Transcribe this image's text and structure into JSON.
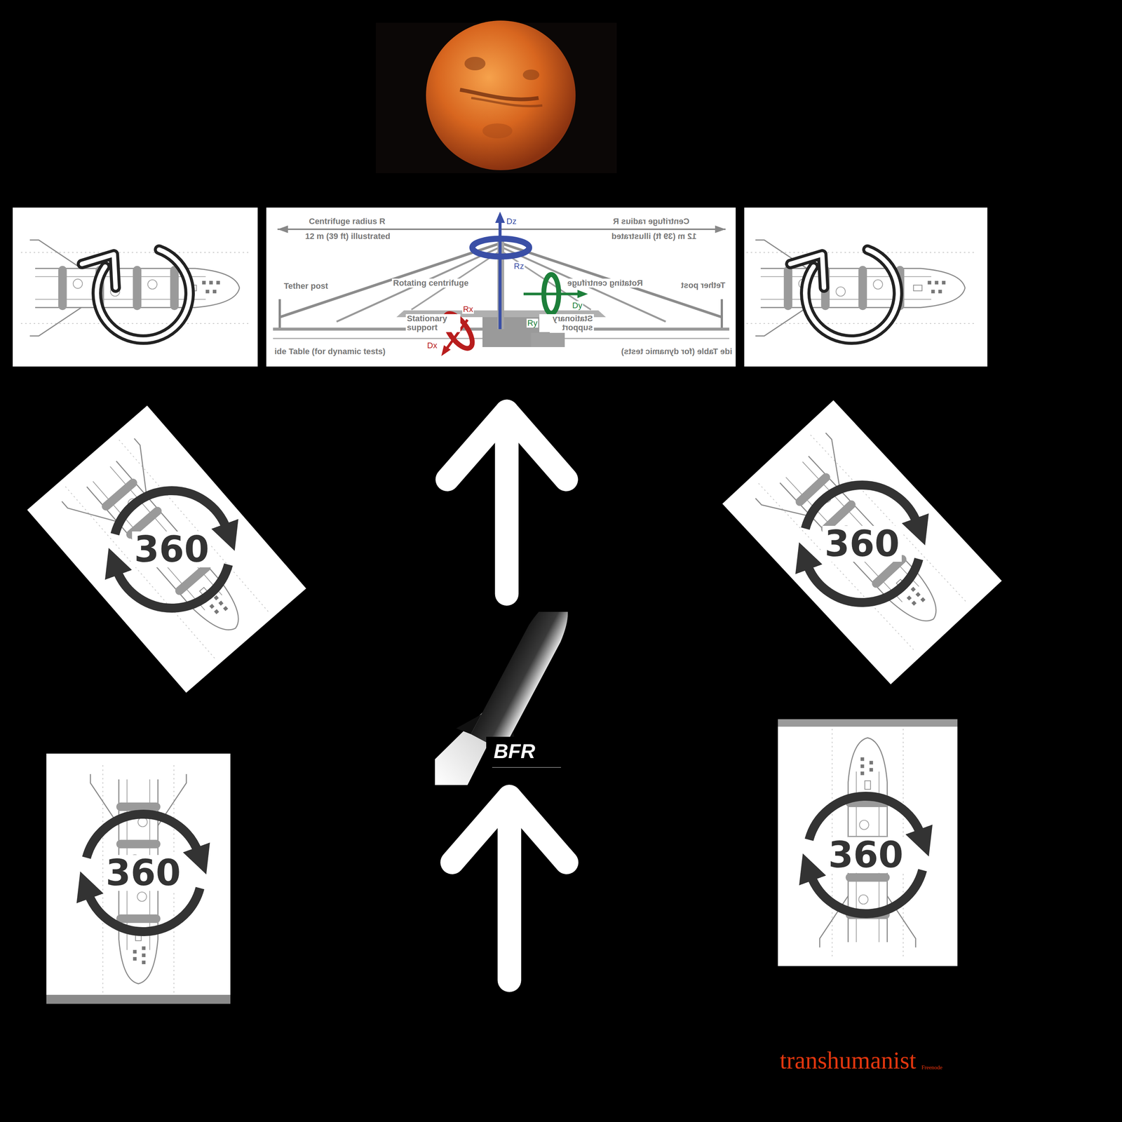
{
  "diagram": {
    "nodes": [
      {
        "text": [
          "Centrifuge radius R",
          "12 m (39 ft) illustrated",
          "Tether post",
          "Rotating centrifuge",
          "Stationary support",
          "ide Table (for dynamic tests)",
          "Centrifuge radius R",
          "12 m (39 ft) illustrated",
          "Tether post",
          "Rotating centrifuge",
          "Stationary support",
          "ide Table (for dynamic tests)",
          "Dz",
          "Rz",
          "Rx",
          "Dx",
          "Dy",
          "Ry"
        ]
      },
      {
        "text": [
          "360"
        ]
      },
      {
        "text": [
          "360"
        ]
      },
      {
        "text": [
          "BFR"
        ]
      },
      {
        "text": [
          "360"
        ]
      },
      {
        "text": [
          "360"
        ]
      }
    ],
    "edges": [
      {
        "from": 3,
        "to": 0,
        "arrow": "to"
      }
    ],
    "labels": [
      "transhumanist",
      "Freenode"
    ]
  }
}
